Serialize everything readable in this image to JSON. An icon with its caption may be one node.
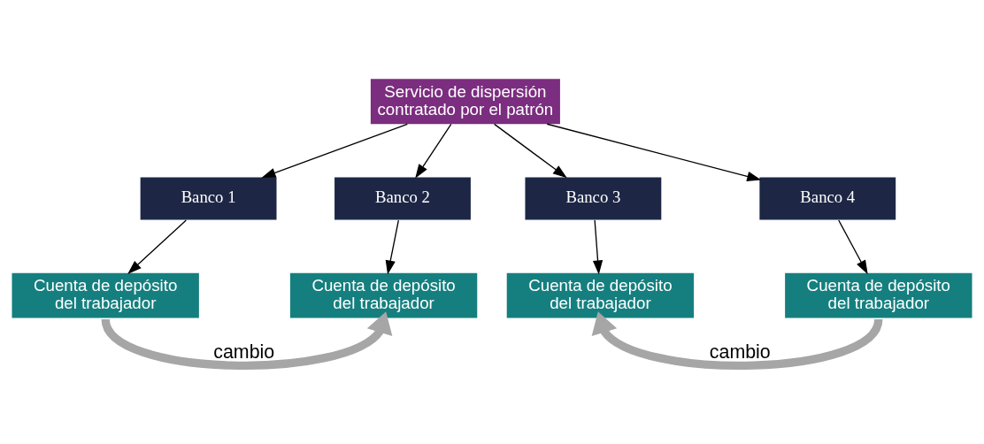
{
  "diagram": {
    "nodes": [
      {
        "text": [
          "Servicio de dispersión contratado por el patrón"
        ]
      },
      {
        "text": [
          "Banco 1"
        ]
      },
      {
        "text": [
          "Banco 2"
        ]
      },
      {
        "text": [
          "Banco 3"
        ]
      },
      {
        "text": [
          "Banco 4"
        ]
      },
      {
        "text": [
          "Cuenta de depósito del trabajador"
        ]
      },
      {
        "text": [
          "Cuenta de depósito del trabajador"
        ]
      },
      {
        "text": [
          "Cuenta de depósito del trabajador"
        ]
      },
      {
        "text": [
          "Cuenta de depósito del trabajador"
        ]
      }
    ],
    "edges": [
      {
        "from": 0,
        "to": 1,
        "arrow": "to"
      },
      {
        "from": 0,
        "to": 2,
        "arrow": "to"
      },
      {
        "from": 0,
        "to": 3,
        "arrow": "to"
      },
      {
        "from": 0,
        "to": 4,
        "arrow": "to"
      },
      {
        "from": 1,
        "to": 5,
        "arrow": "to"
      },
      {
        "from": 2,
        "to": 6,
        "arrow": "to"
      },
      {
        "from": 3,
        "to": 7,
        "arrow": "to"
      },
      {
        "from": 4,
        "to": 8,
        "arrow": "to"
      },
      {
        "from": 5,
        "to": 6,
        "arrow": "to",
        "label": "cambio",
        "style": "thick",
        "color": "#a6a6a6"
      },
      {
        "from": 8,
        "to": 7,
        "arrow": "to",
        "label": "cambio",
        "style": "thick",
        "color": "#a6a6a6"
      }
    ]
  }
}
